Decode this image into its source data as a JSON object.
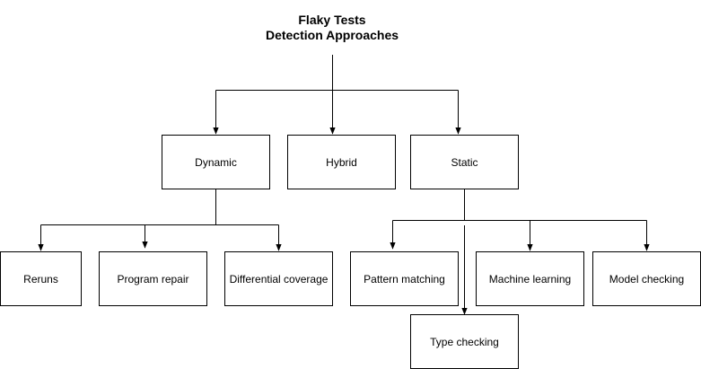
{
  "diagram": {
    "title_line1": "Flaky Tests",
    "title_line2": "Detection Approaches",
    "nodes": {
      "dynamic": "Dynamic",
      "hybrid": "Hybrid",
      "static": "Static",
      "reruns": "Reruns",
      "program_repair": "Program repair",
      "differential_coverage": "Differential coverage",
      "pattern_matching": "Pattern matching",
      "machine_learning": "Machine learning",
      "model_checking": "Model checking",
      "type_checking": "Type checking"
    }
  }
}
